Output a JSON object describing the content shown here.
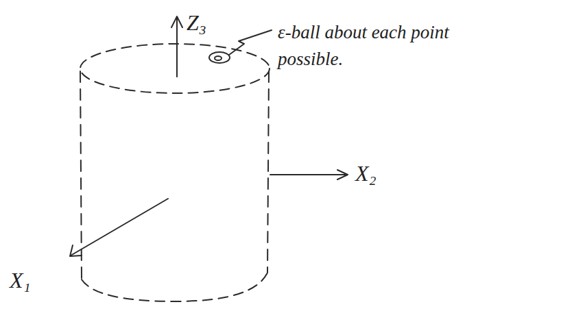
{
  "diagram": {
    "labels": [
      "Z₃",
      "ε-ball about each point possible.",
      "X₂",
      "X₁"
    ]
  }
}
